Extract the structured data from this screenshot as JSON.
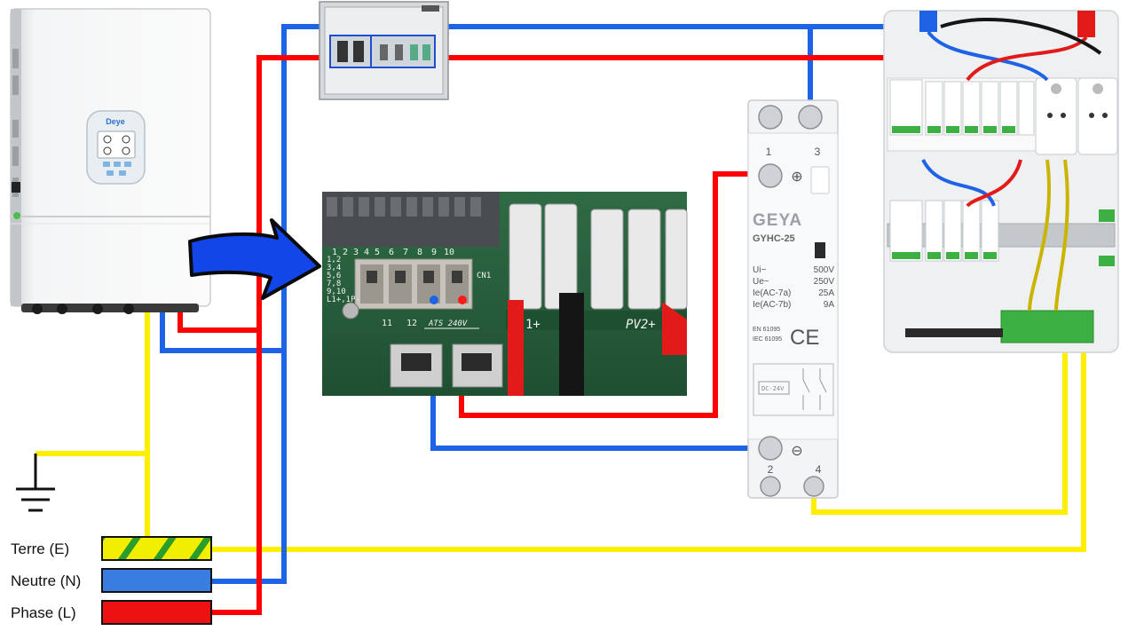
{
  "colors": {
    "phase": "#ff0000",
    "neutre": "#1e63e6",
    "terre": "#ffee00",
    "legend_neutre": "#3a7de0",
    "legend_phase": "#ee1111",
    "legend_terre": "#f2ee00",
    "legend_terre_stripe": "#2a9d2a",
    "arrow": "#1346e8"
  },
  "inverter": {
    "brand": "Deye"
  },
  "legend": {
    "terre": "Terre (E)",
    "neutre": "Neutre (N)",
    "phase": "Phase (L)"
  },
  "terminal_board": {
    "numbers_top": [
      "1",
      "2",
      "3",
      "4",
      "5",
      "6",
      "7",
      "8",
      "9",
      "10"
    ],
    "cn1": "CN1",
    "side_lines": [
      "1,2",
      "3,4",
      "5,6",
      "7,8",
      "9,10",
      "L1+,1P-"
    ],
    "num_11": "11",
    "num_12": "12",
    "ats": "ATS 240V",
    "pv_left": "1+",
    "pv2": "PV2+"
  },
  "contactor": {
    "brand": "GEYA",
    "model": "GYHC-25",
    "term_top_left": "1",
    "term_top_right": "3",
    "term_bottom_left": "2",
    "term_bottom_right": "4",
    "specs": [
      {
        "label": "Ui~",
        "value": "500V"
      },
      {
        "label": "Ue~",
        "value": "250V"
      },
      {
        "label": "Ie(AC-7a)",
        "value": "25A"
      },
      {
        "label": "Ie(AC-7b)",
        "value": "9A"
      }
    ],
    "std1": "EN 61095",
    "std2": "IEC 61095",
    "ce": "CE",
    "coil_label": "DC-24V",
    "sym_plus": "⊕",
    "sym_minus": "⊖"
  }
}
